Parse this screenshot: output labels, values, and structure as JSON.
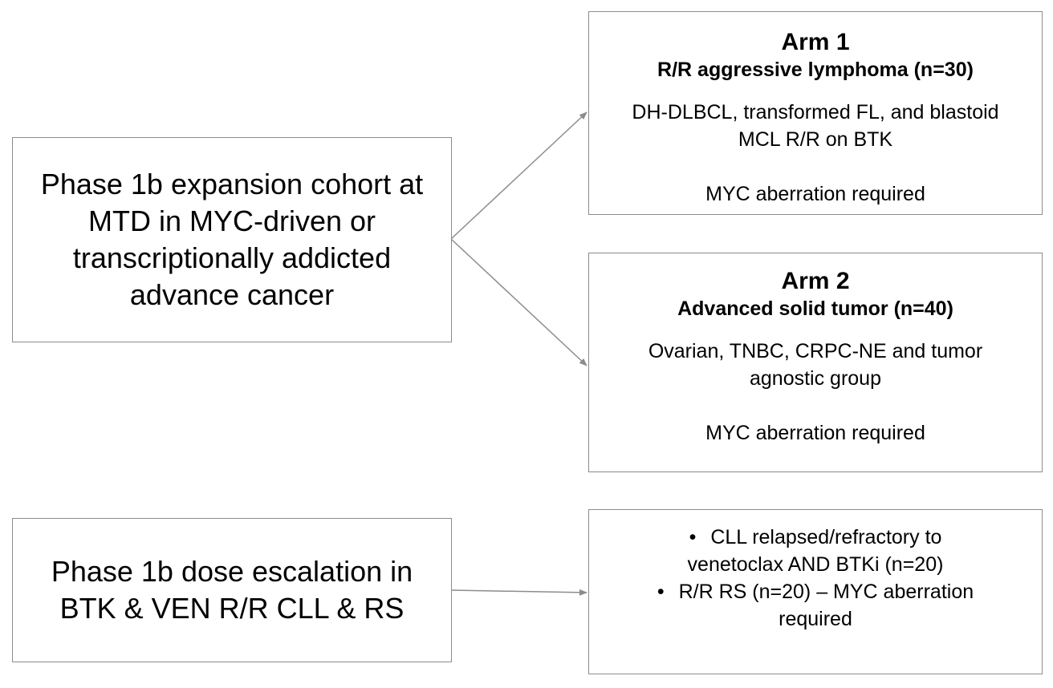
{
  "left_boxes": {
    "expansion": {
      "lines": [
        "Phase 1b expansion cohort at",
        "MTD in MYC-driven or",
        "transcriptionally addicted",
        "advance cancer"
      ]
    },
    "escalation": {
      "lines": [
        "Phase 1b dose escalation in",
        "BTK & VEN R/R CLL & RS"
      ]
    }
  },
  "arm1": {
    "title": "Arm 1",
    "subtitle": "R/R aggressive lymphoma (n=30)",
    "description_lines": [
      "DH-DLBCL, transformed FL, and blastoid",
      "MCL R/R on BTK"
    ],
    "requirement": "MYC aberration required"
  },
  "arm2": {
    "title": "Arm 2",
    "subtitle": "Advanced solid tumor (n=40)",
    "description_lines": [
      "Ovarian, TNBC, CRPC-NE and tumor",
      "agnostic group"
    ],
    "requirement": "MYC aberration required"
  },
  "cll_box": {
    "bullet_glyph": "•",
    "bullets": [
      {
        "lines": [
          "CLL relapsed/refractory to",
          "venetoclax AND BTKi (n=20)"
        ]
      },
      {
        "lines": [
          "R/R RS (n=20) – MYC aberration",
          "required"
        ]
      }
    ]
  },
  "colors": {
    "box_border": "#8c8c8c",
    "arrow": "#8c8c8c",
    "text": "#000000"
  }
}
